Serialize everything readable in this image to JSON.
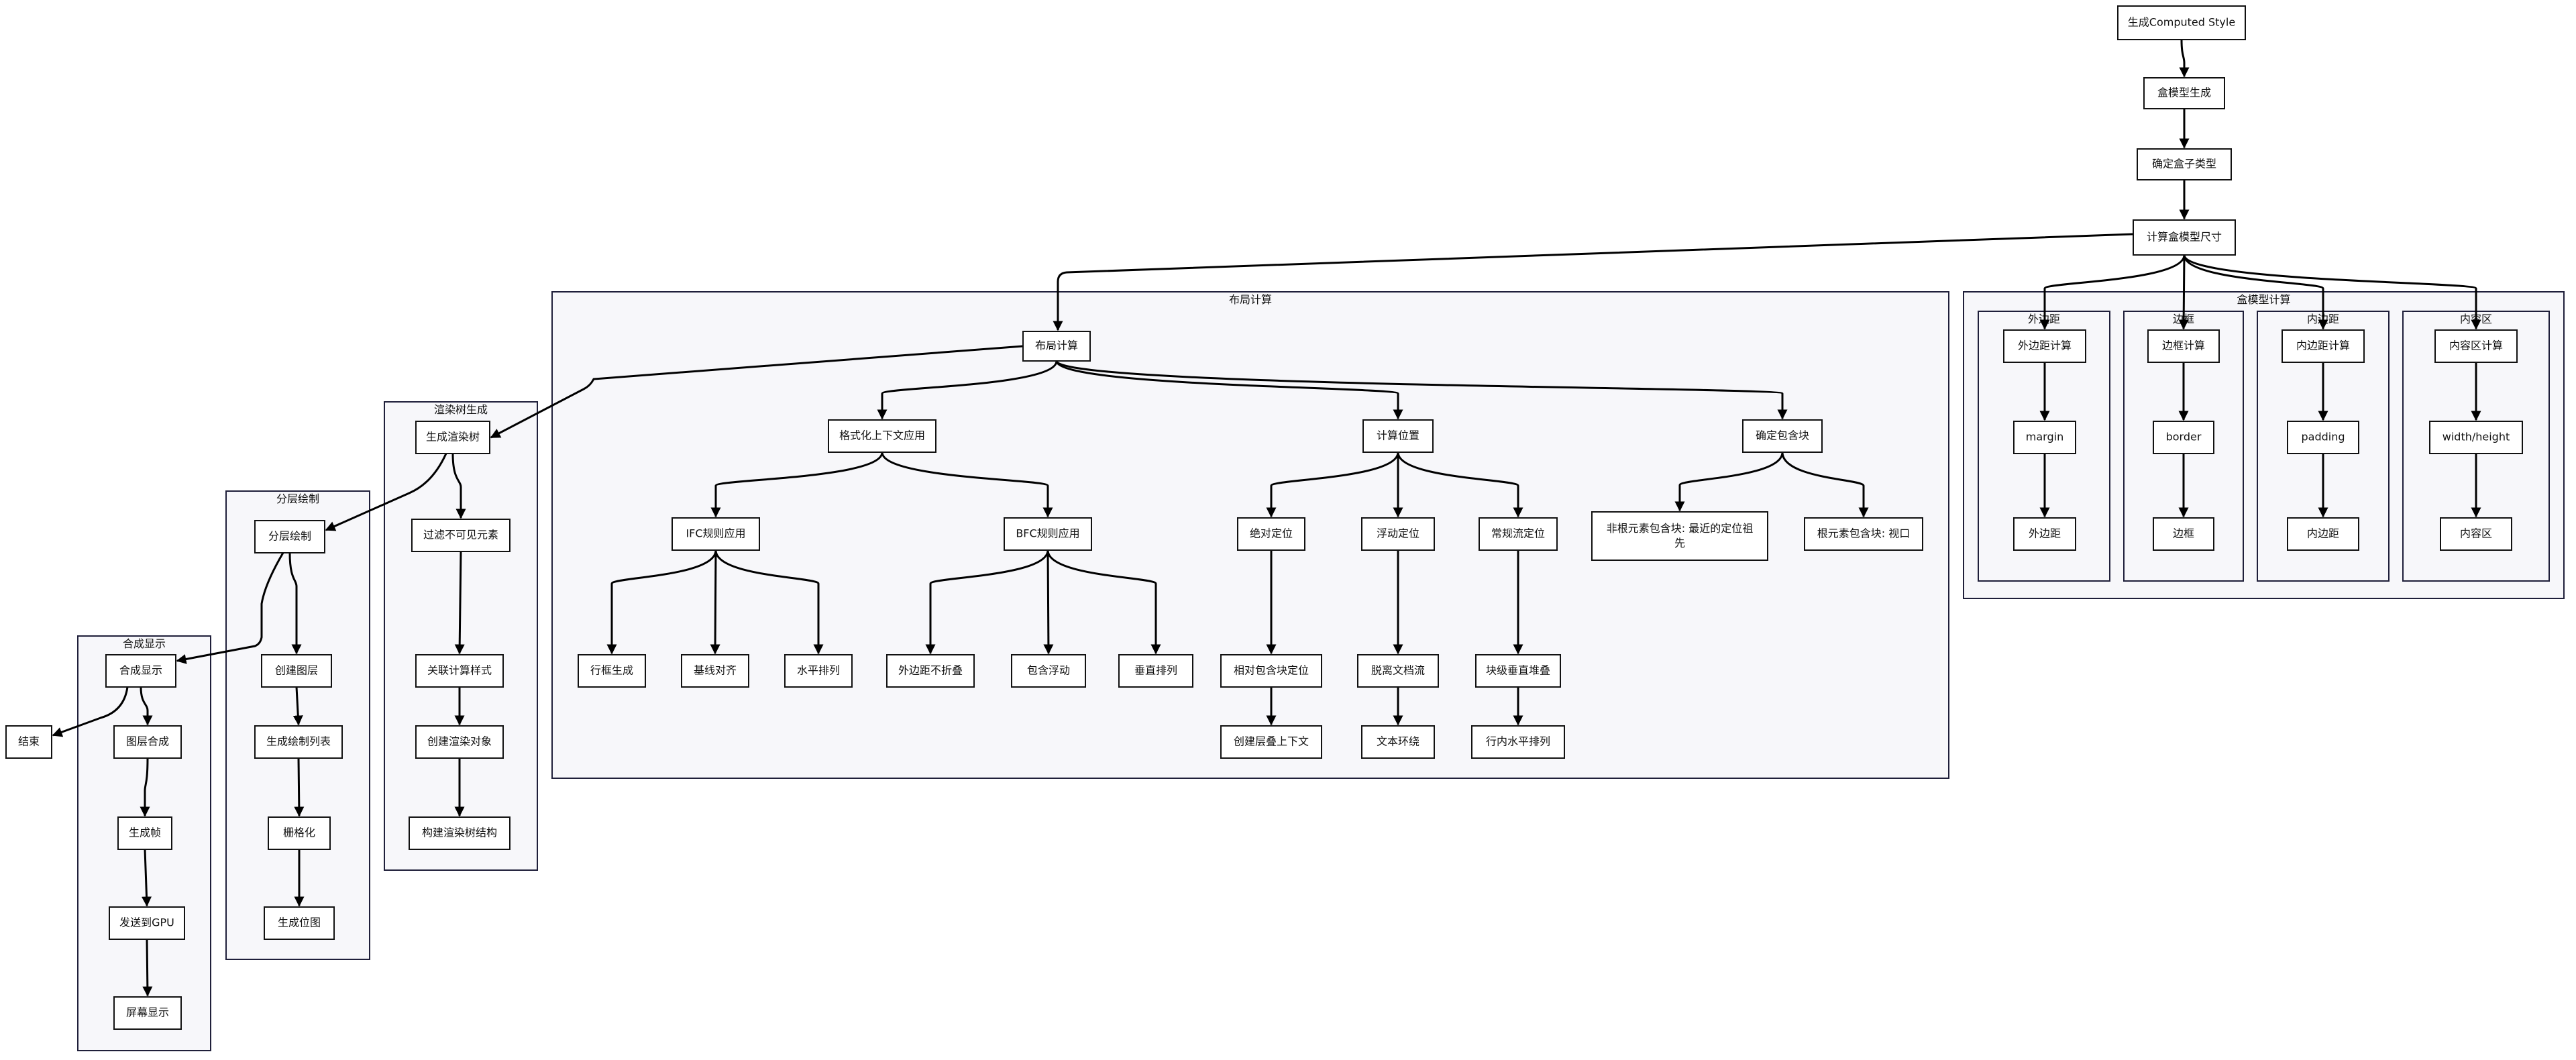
{
  "groups": [
    {
      "id": "layout",
      "title": "布局计算"
    },
    {
      "id": "boxmodel",
      "title": "盒模型计算"
    },
    {
      "id": "margin_g",
      "title": "外边距"
    },
    {
      "id": "border_g",
      "title": "边框"
    },
    {
      "id": "padding_g",
      "title": "内边距"
    },
    {
      "id": "content_g",
      "title": "内容区"
    },
    {
      "id": "render_tree",
      "title": "渲染树生成"
    },
    {
      "id": "paint",
      "title": "分层绘制"
    },
    {
      "id": "composite",
      "title": "合成显示"
    }
  ],
  "nodes": {
    "computed_style": "生成Computed Style",
    "box_gen": "盒模型生成",
    "box_type": "确定盒子类型",
    "box_size": "计算盒模型尺寸",
    "layout_calc": "布局计算",
    "fmt_ctx": "格式化上下文应用",
    "calc_pos": "计算位置",
    "contain_block": "确定包含块",
    "ifc": "IFC规则应用",
    "bfc": "BFC规则应用",
    "line_box": "行框生成",
    "baseline": "基线对齐",
    "horiz": "水平排列",
    "margin_collapse": "外边距不折叠",
    "contain_float": "包含浮动",
    "vertical": "垂直排列",
    "abs_pos": "绝对定位",
    "float_pos": "浮动定位",
    "normal_flow": "常规流定位",
    "rel_contain": "相对包含块定位",
    "stack_ctx": "创建层叠上下文",
    "out_flow": "脱离文档流",
    "text_wrap": "文本环绕",
    "block_stack": "块级垂直堆叠",
    "inline_horiz": "行内水平排列",
    "non_root": "非根元素包含块: 最近的定位祖先",
    "root_contain": "根元素包含块: 视口",
    "margin_calc": "外边距计算",
    "margin": "margin",
    "margin_out": "外边距",
    "border_calc": "边框计算",
    "border": "border",
    "border_out": "边框",
    "padding_calc": "内边距计算",
    "padding": "padding",
    "padding_out": "内边距",
    "content_calc": "内容区计算",
    "wh": "width/height",
    "content_out": "内容区",
    "gen_render_tree": "生成渲染树",
    "filter_invisible": "过滤不可见元素",
    "assoc_style": "关联计算样式",
    "create_render_obj": "创建渲染对象",
    "build_tree": "构建渲染树结构",
    "layer_paint": "分层绘制",
    "create_layer": "创建图层",
    "paint_list": "生成绘制列表",
    "raster": "栅格化",
    "bitmap": "生成位图",
    "composite_show": "合成显示",
    "layer_comp": "图层合成",
    "gen_frame": "生成帧",
    "send_gpu": "发送到GPU",
    "screen": "屏幕显示",
    "end": "结束"
  },
  "edges": [
    [
      "computed_style",
      "box_gen"
    ],
    [
      "box_gen",
      "box_type"
    ],
    [
      "box_type",
      "box_size"
    ],
    [
      "box_size",
      "layout_calc"
    ],
    [
      "box_size",
      "margin_calc"
    ],
    [
      "box_size",
      "border_calc"
    ],
    [
      "box_size",
      "padding_calc"
    ],
    [
      "box_size",
      "content_calc"
    ],
    [
      "margin_calc",
      "margin"
    ],
    [
      "margin",
      "margin_out"
    ],
    [
      "border_calc",
      "border"
    ],
    [
      "border",
      "border_out"
    ],
    [
      "padding_calc",
      "padding"
    ],
    [
      "padding",
      "padding_out"
    ],
    [
      "content_calc",
      "wh"
    ],
    [
      "wh",
      "content_out"
    ],
    [
      "layout_calc",
      "fmt_ctx"
    ],
    [
      "layout_calc",
      "calc_pos"
    ],
    [
      "layout_calc",
      "contain_block"
    ],
    [
      "layout_calc",
      "gen_render_tree"
    ],
    [
      "fmt_ctx",
      "ifc"
    ],
    [
      "fmt_ctx",
      "bfc"
    ],
    [
      "ifc",
      "line_box"
    ],
    [
      "ifc",
      "baseline"
    ],
    [
      "ifc",
      "horiz"
    ],
    [
      "bfc",
      "margin_collapse"
    ],
    [
      "bfc",
      "contain_float"
    ],
    [
      "bfc",
      "vertical"
    ],
    [
      "calc_pos",
      "abs_pos"
    ],
    [
      "calc_pos",
      "float_pos"
    ],
    [
      "calc_pos",
      "normal_flow"
    ],
    [
      "abs_pos",
      "rel_contain"
    ],
    [
      "rel_contain",
      "stack_ctx"
    ],
    [
      "float_pos",
      "out_flow"
    ],
    [
      "out_flow",
      "text_wrap"
    ],
    [
      "normal_flow",
      "block_stack"
    ],
    [
      "block_stack",
      "inline_horiz"
    ],
    [
      "contain_block",
      "non_root"
    ],
    [
      "contain_block",
      "root_contain"
    ],
    [
      "gen_render_tree",
      "filter_invisible"
    ],
    [
      "filter_invisible",
      "assoc_style"
    ],
    [
      "assoc_style",
      "create_render_obj"
    ],
    [
      "create_render_obj",
      "build_tree"
    ],
    [
      "gen_render_tree",
      "layer_paint"
    ],
    [
      "layer_paint",
      "create_layer"
    ],
    [
      "create_layer",
      "paint_list"
    ],
    [
      "paint_list",
      "raster"
    ],
    [
      "raster",
      "bitmap"
    ],
    [
      "layer_paint",
      "composite_show"
    ],
    [
      "composite_show",
      "layer_comp"
    ],
    [
      "layer_comp",
      "gen_frame"
    ],
    [
      "gen_frame",
      "send_gpu"
    ],
    [
      "send_gpu",
      "screen"
    ],
    [
      "composite_show",
      "end"
    ]
  ]
}
